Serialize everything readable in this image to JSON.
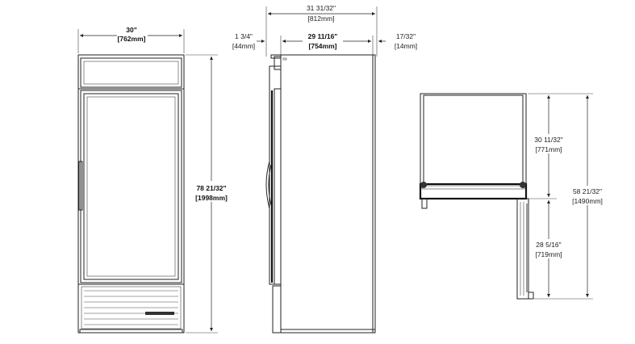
{
  "front_view": {
    "width_in": "30\"",
    "width_mm": "[762mm]",
    "height_in": "78 21/32\"",
    "height_mm": "[1998mm]"
  },
  "side_view": {
    "overall_depth_in": "31 31/32\"",
    "overall_depth_mm": "[812mm]",
    "door_depth_in": "1 3/4\"",
    "door_depth_mm": "[44mm]",
    "cabinet_depth_in": "29 11/16\"",
    "cabinet_depth_mm": "[754mm]",
    "rear_depth_in": "17/32\"",
    "rear_depth_mm": "[14mm]"
  },
  "top_view": {
    "upper_depth_in": "30 11/32\"",
    "upper_depth_mm": "[771mm]",
    "lower_depth_in": "28 5/16\"",
    "lower_depth_mm": "[719mm]",
    "total_depth_in": "58 21/32\"",
    "total_depth_mm": "[1490mm]"
  }
}
